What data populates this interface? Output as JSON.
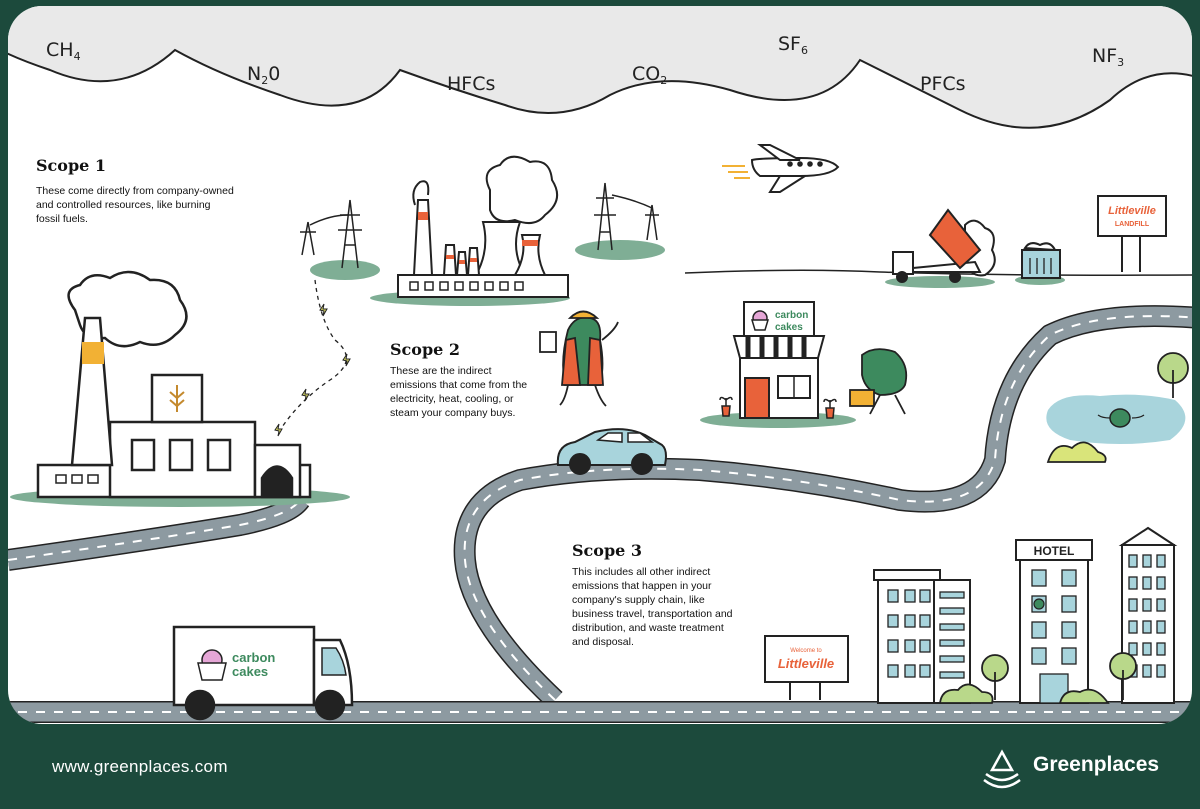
{
  "gases": [
    {
      "base": "CH",
      "sub": "4"
    },
    {
      "base": "N",
      "sub": "2",
      "tail": "0"
    },
    {
      "base": "HFCs"
    },
    {
      "base": "CO",
      "sub": "2"
    },
    {
      "base": "SF",
      "sub": "6"
    },
    {
      "base": "PFCs"
    },
    {
      "base": "NF",
      "sub": "3"
    }
  ],
  "scopes": [
    {
      "title": "Scope 1",
      "text": "These come directly from company-owned and controlled resources, like burning fossil fuels."
    },
    {
      "title": "Scope 2",
      "text": "These are the indirect emissions that come from the electricity, heat, cooling, or steam your company buys."
    },
    {
      "title": "Scope 3",
      "text": "This includes all other indirect emissions that happen in your company's supply chain, like business travel, transportation and distribution, and waste treatment and disposal."
    }
  ],
  "signs": {
    "landfill_town": "Littleville",
    "landfill_label": "LANDFILL",
    "welcome_small": "Welcome to",
    "welcome_town": "Littleville",
    "hotel": "HOTEL",
    "shop_line1": "carbon",
    "shop_line2": "cakes",
    "truck_line1": "carbon",
    "truck_line2": "cakes"
  },
  "footer": {
    "url": "www.greenplaces.com",
    "brand": "Greenplaces"
  },
  "colors": {
    "frame": "#1c4a3c",
    "cloud": "#e9e9e9",
    "road": "#8d9aa1",
    "grass": "#7fae95",
    "orange": "#e8623a",
    "brand_green": "#3d8a5e",
    "car": "#a8d4dc"
  }
}
